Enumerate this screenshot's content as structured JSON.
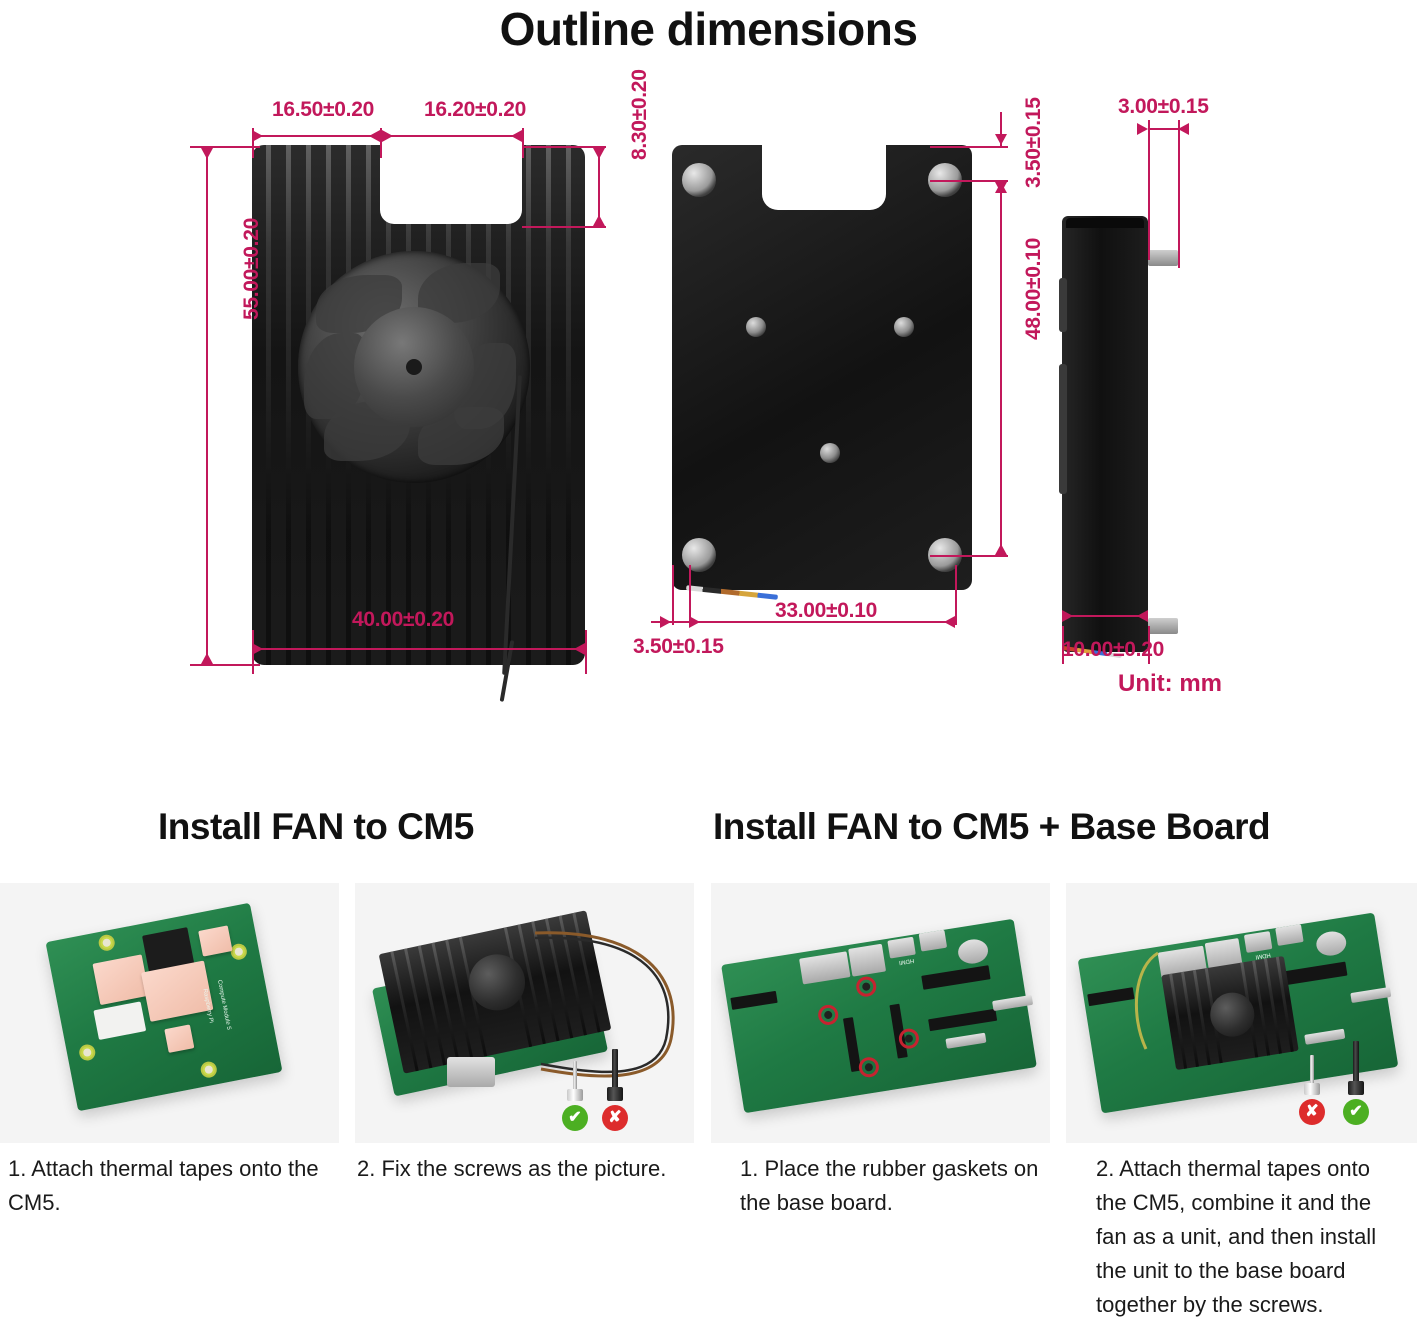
{
  "title": "Outline dimensions",
  "unit_note": "Unit: mm",
  "dimensions": {
    "front_view": {
      "top_left_width": "16.50±0.20",
      "top_right_width": "16.20±0.20",
      "notch_depth": "8.30±0.20",
      "height": "55.00±0.20",
      "width": "40.00±0.20"
    },
    "back_view": {
      "top_edge_to_hole": "3.50±0.15",
      "hole_offset_top": "3.50±0.15",
      "hole_spacing_vertical": "48.00±0.10",
      "hole_spacing_horizontal": "33.00±0.10",
      "left_edge_to_hole": "3.50±0.15"
    },
    "side_view": {
      "connector_width": "3.00±0.15",
      "thickness": "10.00±0.20"
    }
  },
  "sections": [
    {
      "heading": "Install FAN to CM5"
    },
    {
      "heading": "Install FAN to CM5 + Base Board"
    }
  ],
  "steps": [
    {
      "caption": "1. Attach thermal tapes onto the CM5."
    },
    {
      "caption": "2. Fix the screws as the picture."
    },
    {
      "caption": "1. Place the rubber gaskets on the base board."
    },
    {
      "caption": "2. Attach thermal tapes onto the CM5, combine it and the fan as a unit, and then install the unit to the base board together by the screws."
    }
  ],
  "photo_markers": {
    "panel2": {
      "short_screw": "check",
      "long_screw": "cross"
    },
    "panel4": {
      "short_screw": "cross",
      "long_screw": "check"
    },
    "check_glyph": "✔",
    "cross_glyph": "✘"
  },
  "board_silkscreen": {
    "brand": "Raspberry Pi",
    "model": "Compute Module 5",
    "hdmi": "HDMI"
  },
  "colors": {
    "dimension_line": "#C2185B",
    "check_green": "#4caf22",
    "cross_red": "#dd2c2c",
    "pcb_green": "#1f7a44",
    "thermal_pad_pink": "#f6cdbb",
    "panel_background": "#f4f4f4"
  }
}
